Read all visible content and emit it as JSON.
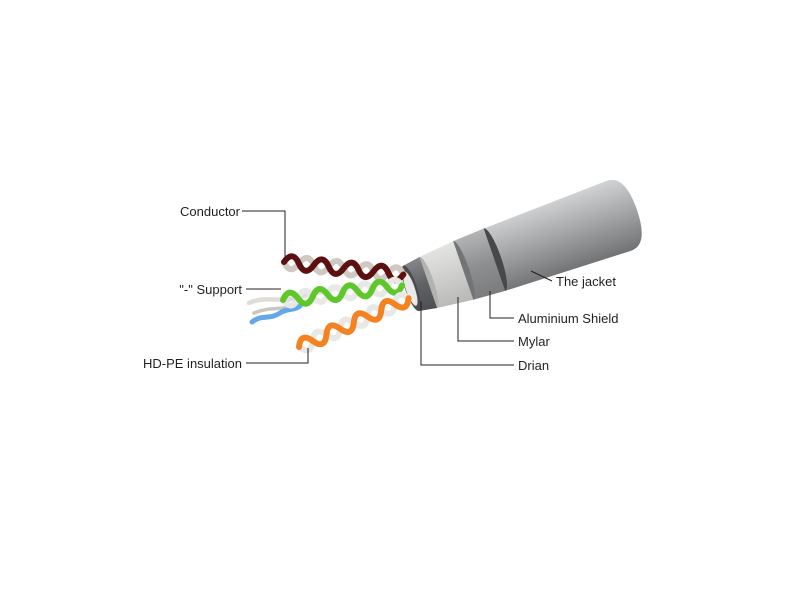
{
  "diagram": {
    "labels": {
      "conductor": "Conductor",
      "support": "\"-\" Support",
      "hd_pe": "HD-PE insulation",
      "jacket": "The jacket",
      "aluminium_shield": "Aluminium Shield",
      "mylar": "Mylar",
      "drain": "Drian"
    },
    "colors": {
      "line": "#231f20",
      "wire_brown": "#5c1010",
      "wire_brown_mate": "#cfc9c4",
      "wire_green": "#5ec72a",
      "wire_orange": "#f58220",
      "wire_blue": "#64a8e8",
      "wire_white": "#e8e8e6",
      "support_white": "#e0ddd9",
      "support_gray": "#cac7c3",
      "jacket_gray": "#a7a8aa",
      "shield_gray": "#8e8f91",
      "mylar_gray": "#cfcfcd",
      "drain_gray": "#606265"
    }
  }
}
